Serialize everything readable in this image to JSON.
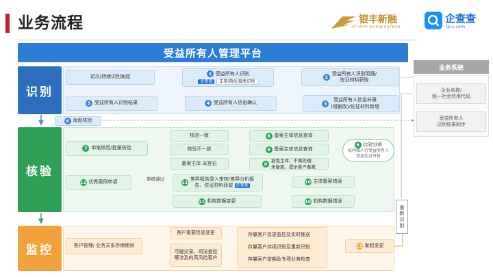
{
  "header": {
    "title": "业务流程",
    "logo1_main": "银丰新融",
    "logo1_sub": "IST INFO SCIENCE&TECH",
    "logo2_name": "企查查",
    "logo2_url": "Qcc.com"
  },
  "banner": "受益所有人管理平台",
  "sections": {
    "identify": "识别",
    "verify": "核验",
    "monitor": "监控"
  },
  "identify": {
    "initiate": "初次/持续识别发起",
    "step1_title": "受益所有人识别",
    "step1_badge": "企查查",
    "step1_tag": "正常/简化/豁免识别",
    "step2_l1": "受益所有人识别明细/",
    "step2_l2": "佐证材料获取",
    "step3_l1": "受益所有人信息补录",
    "step3_l2": "(增删改)/佐证材料新增",
    "step4": "受益所有人信息确认",
    "step5": "受益所有人识别结果",
    "step6": "发起核验"
  },
  "verify": {
    "step7": "单笔核验/批量核验",
    "consistent": "核验一致",
    "inconsistent": "核验不一致",
    "unregistered": "备案主体 未登记",
    "q1": "备案主体信息查询",
    "q2": "备案主体信息查询",
    "step8c_l1": "豁免主体，不做处理;",
    "step8c_l2": "未备案，提示客户备案",
    "step9_title": "比对分析",
    "step9_desc_l1": "机构和人行受益所有人",
    "step9_desc_l2": "信息比对分析",
    "step10a": "主体备案错误",
    "step10b": "机构数据错误",
    "step11a_l1": "差异报告录入审核/差异分析报",
    "step11a_l2": "告、佐证材料获取",
    "step11a_badge": "企查查",
    "step11b": "机构数据变更",
    "step12": "优秀案例申请",
    "approved": "审核通过"
  },
  "monitor": {
    "customer_mgmt": "客户管理/ 业务关系存续期间",
    "major_change": "客户重要信息变更",
    "suspicious_l1": "可疑交易、司法查控",
    "suspicious_l2": "等涉及的高风险客户",
    "m1": "存量客户变更监控及实时推送",
    "m2": "存量客户持续识别及重新识别",
    "m3": "存量客户定期及专项业务检查",
    "step13": "发起变更",
    "reidentify": [
      "重",
      "新",
      "识",
      "别"
    ]
  },
  "business_system": {
    "title": "业务系统",
    "item1_l1": "企业名称/",
    "item1_l2": "统一社会信用代码",
    "item2_l1": "受益所有人",
    "item2_l2": "识别结果同步"
  },
  "colors": {
    "identify": "#2b6fbe",
    "verify": "#2e9f55",
    "monitor": "#f2a23a",
    "banner": "#2b7dd6",
    "accent_red": "#c0202a"
  }
}
